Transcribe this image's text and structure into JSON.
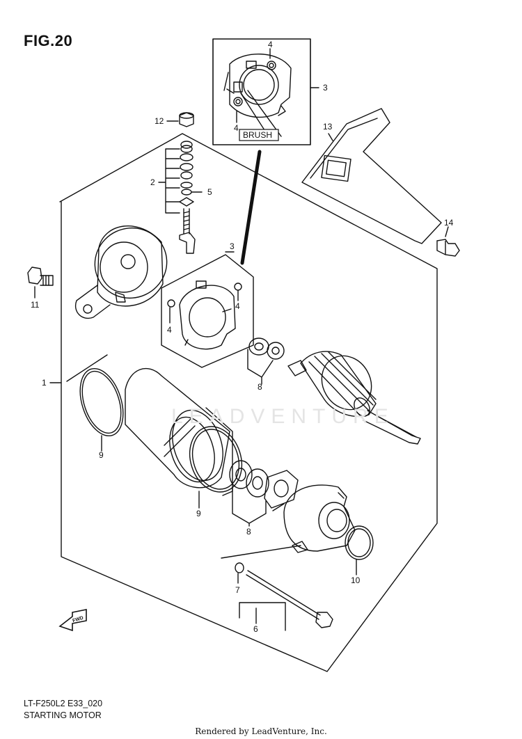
{
  "figure": {
    "title": "FIG.20",
    "model_code": "LT-F250L2 E33_020",
    "section_name": "STARTING MOTOR",
    "footer": "Rendered by LeadVenture, Inc.",
    "watermark": "LEADVENTURE"
  },
  "callouts": {
    "brush": "BRUSH",
    "fwd": "FWD",
    "part_1": "1",
    "part_2": "2",
    "part_3_inset": "3",
    "part_3": "3",
    "part_4_inset_top": "4",
    "part_4_inset_bottom": "4",
    "part_4_right": "4",
    "part_4_left": "4",
    "part_5": "5",
    "part_6": "6",
    "part_7": "7",
    "part_8_upper": "8",
    "part_8_lower": "8",
    "part_9_left": "9",
    "part_9_right": "9",
    "part_10": "10",
    "part_11": "11",
    "part_12": "12",
    "part_13": "13",
    "part_14": "14"
  },
  "colors": {
    "line": "#111111",
    "watermark": "#e4e4e4"
  }
}
